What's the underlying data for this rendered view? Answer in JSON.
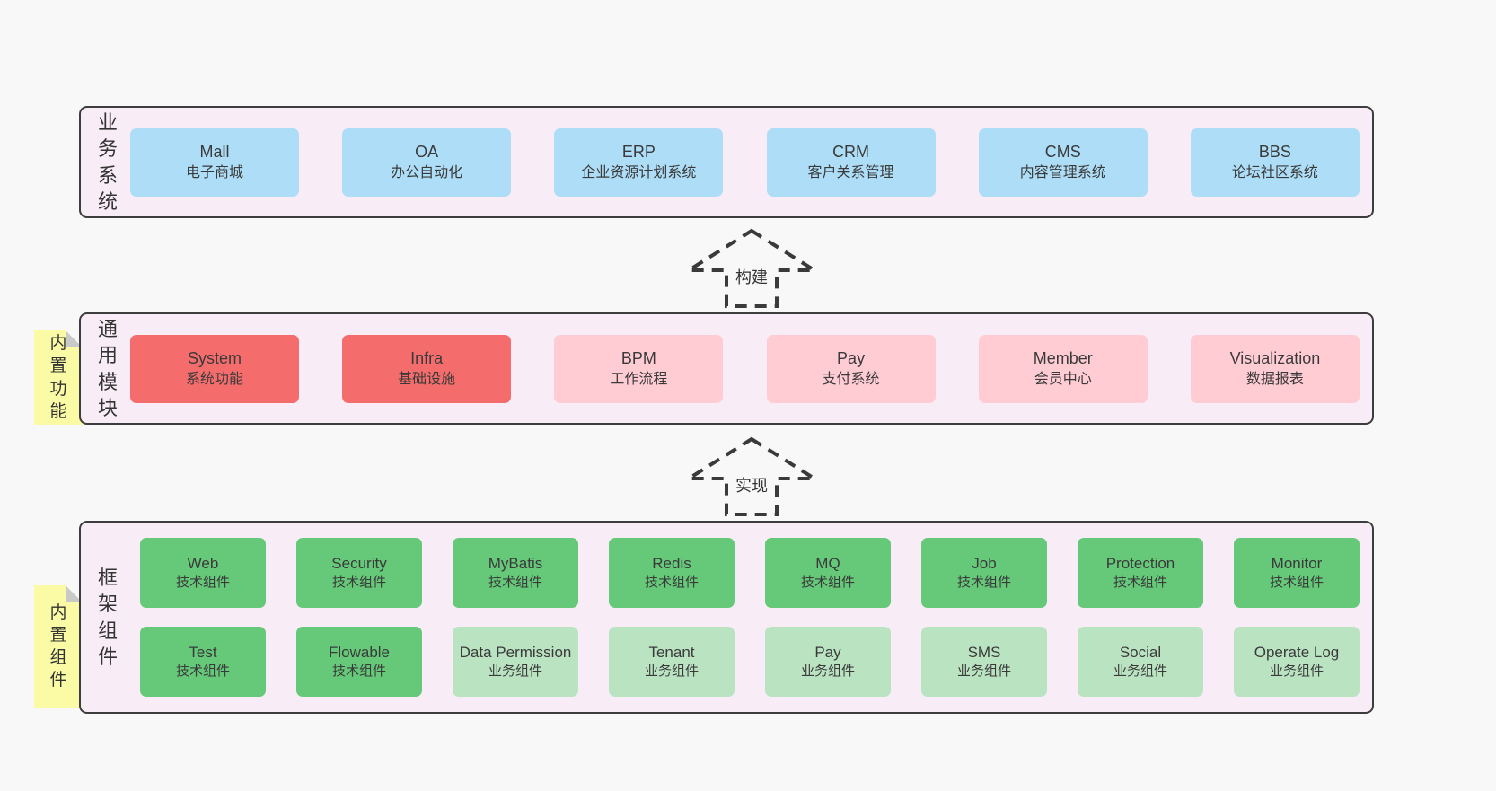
{
  "colors": {
    "page_bg": "#f8f8f8",
    "band_bg": "#f8ecf6",
    "band_border": "#3d3d3d",
    "blue_box": "#aedef7",
    "red_box": "#f56c6c",
    "pink_box": "#ffccd4",
    "green_box": "#66c97a",
    "light_green_box": "#bae3c2",
    "sticky_yellow": "#fbfba5",
    "fold_gray": "#c9c9c9",
    "text": "#3a3a3a"
  },
  "arrows": [
    {
      "label": "构建"
    },
    {
      "label": "实现"
    }
  ],
  "bands": [
    {
      "label": "业务系统",
      "boxes": [
        {
          "name": "Mall",
          "sub": "电子商城"
        },
        {
          "name": "OA",
          "sub": "办公自动化"
        },
        {
          "name": "ERP",
          "sub": "企业资源计划系统"
        },
        {
          "name": "CRM",
          "sub": "客户关系管理"
        },
        {
          "name": "CMS",
          "sub": "内容管理系统"
        },
        {
          "name": "BBS",
          "sub": "论坛社区系统"
        }
      ]
    },
    {
      "label": "通用模块",
      "note": "内置功能",
      "boxes": [
        {
          "name": "System",
          "sub": "系统功能"
        },
        {
          "name": "Infra",
          "sub": "基础设施"
        },
        {
          "name": "BPM",
          "sub": "工作流程"
        },
        {
          "name": "Pay",
          "sub": "支付系统"
        },
        {
          "name": "Member",
          "sub": "会员中心"
        },
        {
          "name": "Visualization",
          "sub": "数据报表"
        }
      ]
    },
    {
      "label": "框架组件",
      "note": "内置组件",
      "rows": [
        [
          {
            "name": "Web",
            "sub": "技术组件"
          },
          {
            "name": "Security",
            "sub": "技术组件"
          },
          {
            "name": "MyBatis",
            "sub": "技术组件"
          },
          {
            "name": "Redis",
            "sub": "技术组件"
          },
          {
            "name": "MQ",
            "sub": "技术组件"
          },
          {
            "name": "Job",
            "sub": "技术组件"
          },
          {
            "name": "Protection",
            "sub": "技术组件"
          },
          {
            "name": "Monitor",
            "sub": "技术组件"
          }
        ],
        [
          {
            "name": "Test",
            "sub": "技术组件"
          },
          {
            "name": "Flowable",
            "sub": "技术组件"
          },
          {
            "name": "Data Permission",
            "sub": "业务组件"
          },
          {
            "name": "Tenant",
            "sub": "业务组件"
          },
          {
            "name": "Pay",
            "sub": "业务组件"
          },
          {
            "name": "SMS",
            "sub": "业务组件"
          },
          {
            "name": "Social",
            "sub": "业务组件"
          },
          {
            "name": "Operate Log",
            "sub": "业务组件"
          }
        ]
      ]
    }
  ]
}
